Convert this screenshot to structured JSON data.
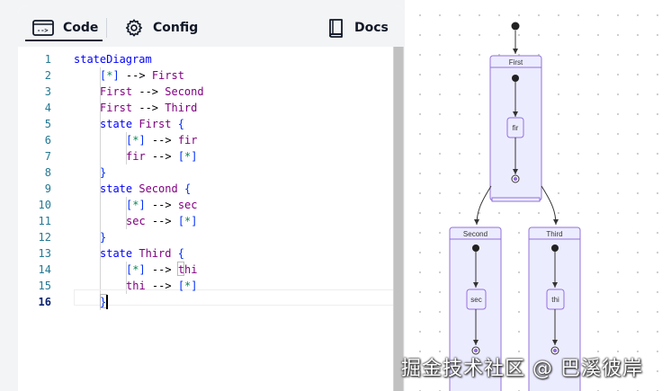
{
  "tabs": {
    "code_label": "Code",
    "config_label": "Config",
    "docs_label": "Docs"
  },
  "editor": {
    "line_numbers": [
      "1",
      "2",
      "3",
      "4",
      "5",
      "6",
      "7",
      "8",
      "9",
      "10",
      "11",
      "12",
      "13",
      "14",
      "15",
      "16"
    ],
    "active_line": 16
  },
  "diagram": {
    "states": {
      "first": "First",
      "second": "Second",
      "third": "Third",
      "fir": "fir",
      "sec": "sec",
      "thi": "thi"
    }
  },
  "watermark": "掘金技术社区 @ 巴溪彼岸",
  "colors": {
    "state_fill": "#ECECFF",
    "state_border": "#9370DB",
    "keyword": "#0000ff",
    "state_name": "#800080"
  }
}
